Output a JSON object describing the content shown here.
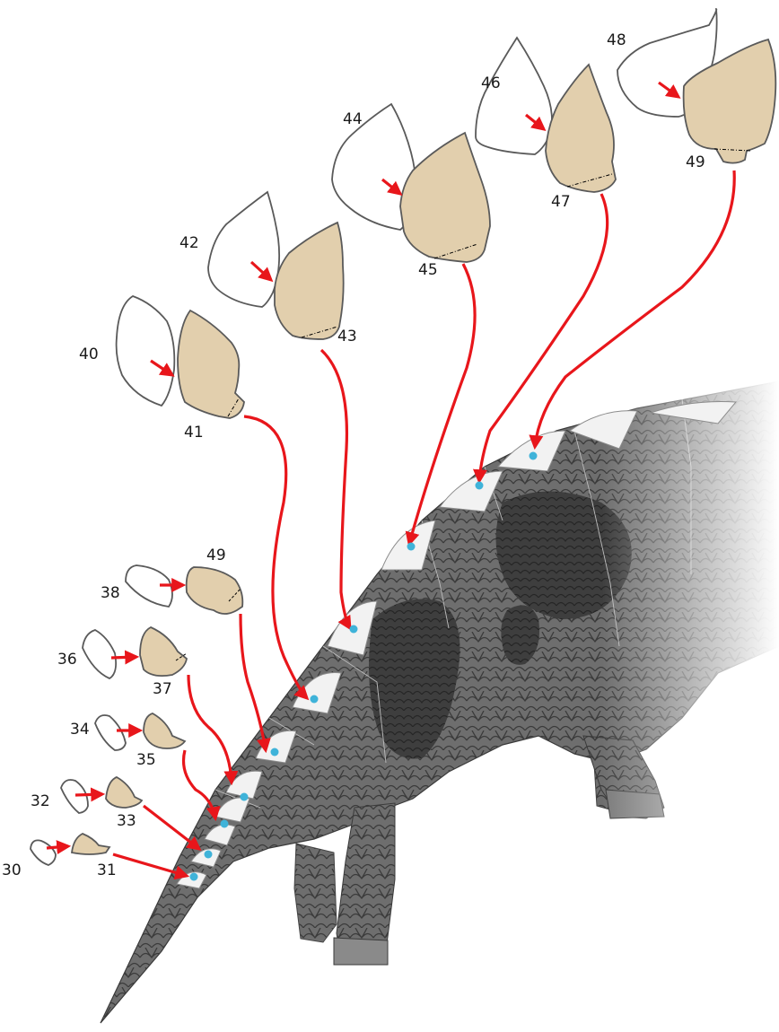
{
  "colors": {
    "plate_fill": "#e2cfad",
    "outline": "#5a5a5a",
    "arrow": "#e8161b",
    "marker": "#3fb3d9",
    "slot": "#f1f1f1",
    "body_dark": "#5b5b5b"
  },
  "labels": {
    "p30": "30",
    "p31": "31",
    "p32": "32",
    "p33": "33",
    "p34": "34",
    "p35": "35",
    "p36": "36",
    "p37": "37",
    "p38": "38",
    "p49_small": "49",
    "p40": "40",
    "p41": "41",
    "p42": "42",
    "p43": "43",
    "p44": "44",
    "p45": "45",
    "p46": "46",
    "p47": "47",
    "p48": "48",
    "p49": "49"
  }
}
